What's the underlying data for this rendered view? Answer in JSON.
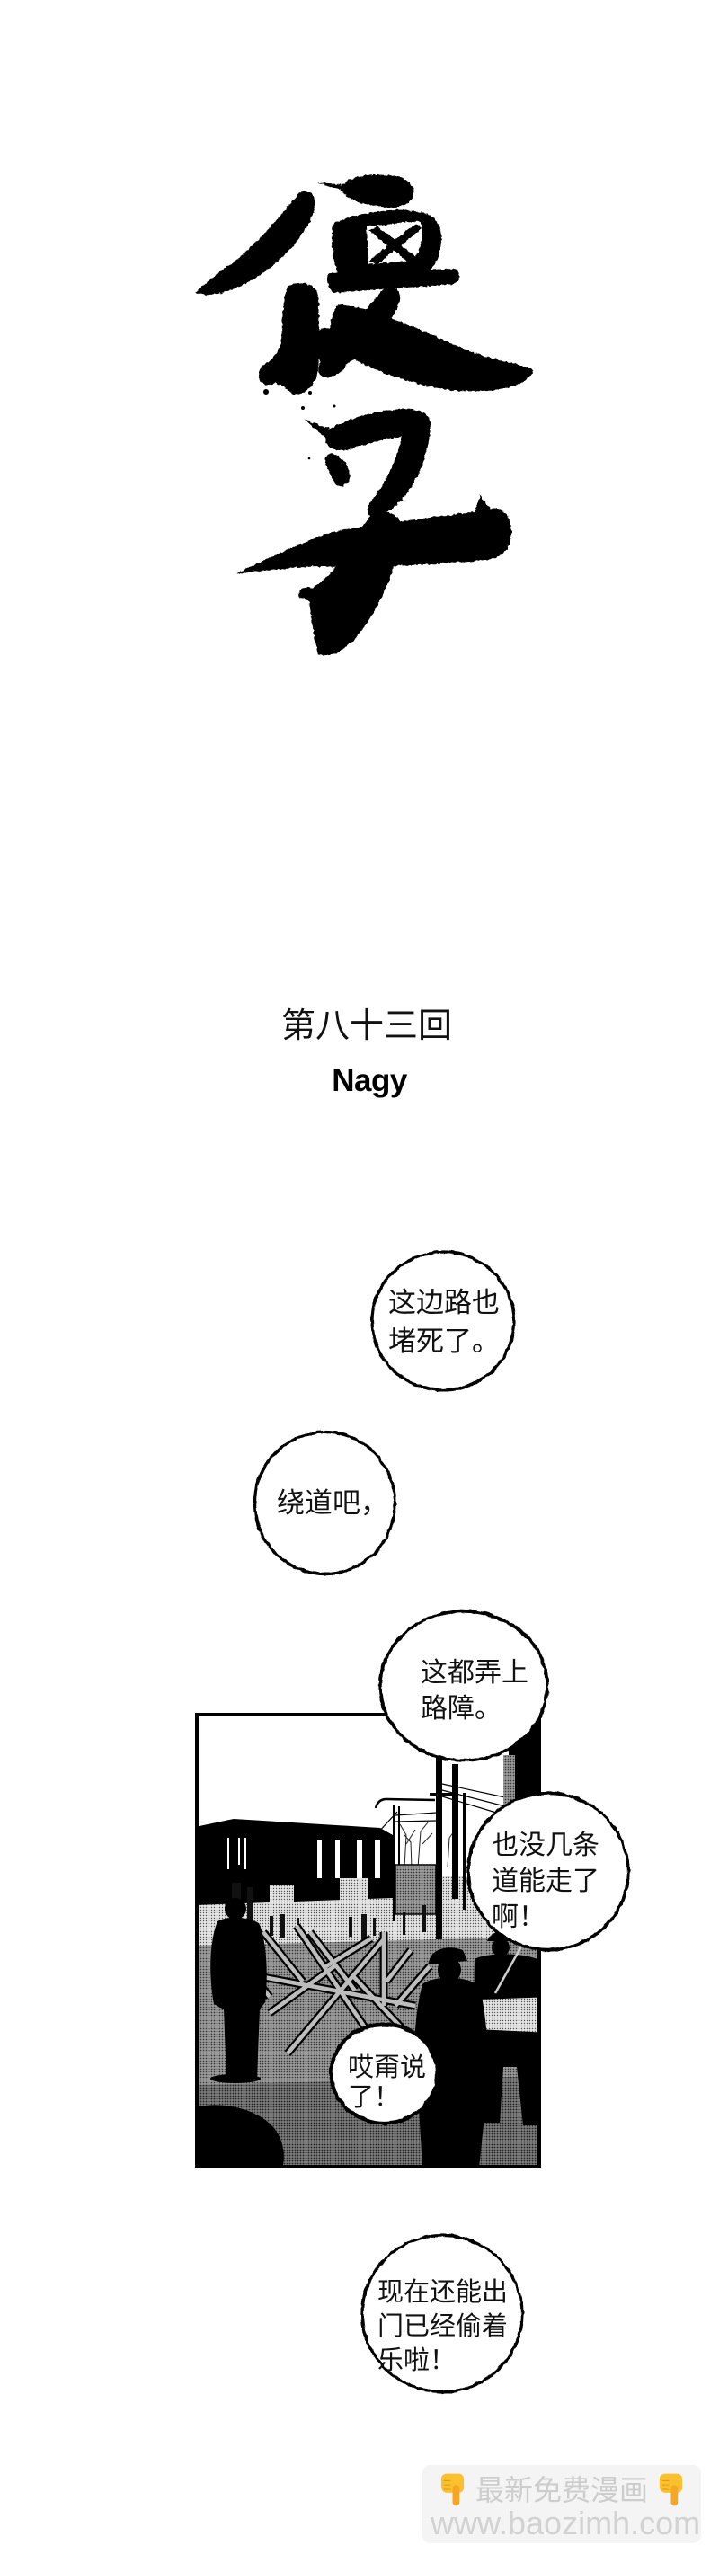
{
  "title": {
    "text": "傻子"
  },
  "chapter": {
    "number_label": "第八十三回",
    "subtitle": "Nagy"
  },
  "bubbles": [
    {
      "lines": [
        "这边路也",
        "堵死了。"
      ]
    },
    {
      "lines": [
        "绕道吧，"
      ]
    },
    {
      "lines": [
        "这都弄上",
        "路障。"
      ]
    },
    {
      "lines": [
        "也没几条",
        "道能走了",
        "啊！"
      ]
    },
    {
      "lines": [
        "哎甭说",
        "了！"
      ]
    },
    {
      "lines": [
        "现在还能出",
        "门已经偷着",
        "乐啦！"
      ]
    }
  ],
  "panel": {
    "scene": "street-barricade-with-silhouetted-figures"
  },
  "watermark": {
    "icon": "pointing-down-hand",
    "label": "最新免费漫画",
    "url": "www.baozimh.com"
  },
  "colors": {
    "ink": "#000000",
    "paper": "#ffffff",
    "watermark_bg": "#f4f4f4",
    "watermark_text": "#cdcdcd",
    "hand_icon": "#fbc02d"
  }
}
